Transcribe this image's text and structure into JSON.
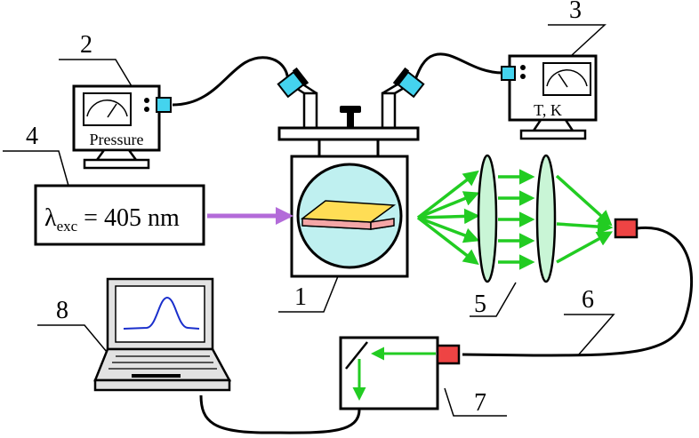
{
  "labels": {
    "n1": "1",
    "n2": "2",
    "n3": "3",
    "n4": "4",
    "n5": "5",
    "n6": "6",
    "n7": "7",
    "n8": "8"
  },
  "gauges": {
    "pressure": "Pressure",
    "temperature": "T, K"
  },
  "laser": {
    "lambda": "λ",
    "subscript": "exc",
    "value": " = 405 nm"
  },
  "colors": {
    "beam_green": "#22cc22",
    "excitation_arrow": "#b36bd9",
    "window_fill": "#bff0f0",
    "sample_top": "#ffdd55",
    "sample_bottom": "#f4a6a6",
    "lens_fill": "#c9f5d6",
    "connector_cyan": "#44d3ee",
    "fiber_red": "#ee4444",
    "spectrum_line": "#1a2fcc"
  },
  "icons": {
    "gauge": "gauge-dial-icon",
    "connector": "fiber-connector-icon",
    "laptop": "laptop-icon",
    "lens": "lens-icon"
  }
}
